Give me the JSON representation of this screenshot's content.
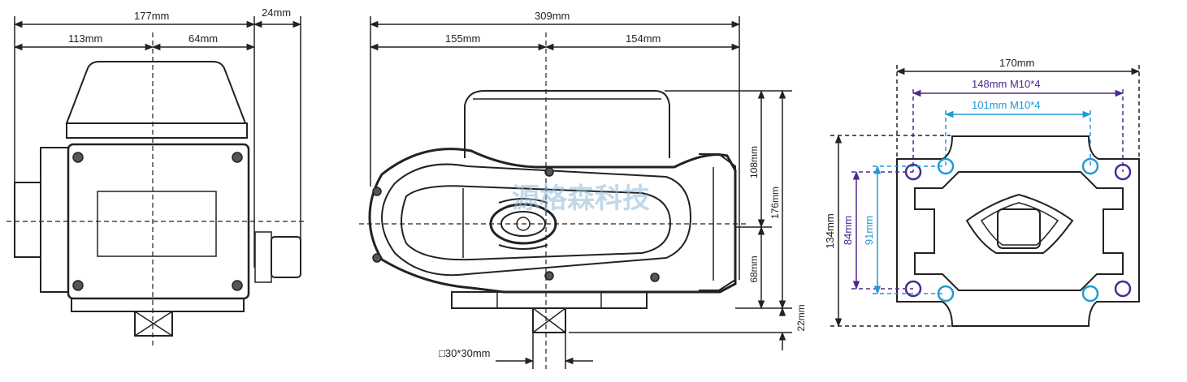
{
  "watermark": "源格森科技",
  "side_view": {
    "overall_width": "177mm",
    "left_part": "113mm",
    "right_part": "64mm",
    "gland": "24mm"
  },
  "front_view": {
    "overall_width": "309mm",
    "left_part": "155mm",
    "right_part": "154mm",
    "upper_height": "108mm",
    "total_height": "176mm",
    "lower_height": "68mm",
    "shaft_height": "22mm",
    "square_drive": "□30*30mm"
  },
  "flange_view": {
    "overall_width": "170mm",
    "outer_holes": "148mm  M10*4",
    "inner_holes": "101mm  M10*4",
    "overall_height": "134mm",
    "outer_pitch": "84mm",
    "inner_pitch": "91mm"
  },
  "colors": {
    "line": "#222222",
    "outer_hole": "#4b2a8f",
    "inner_hole": "#1f9ad6"
  }
}
